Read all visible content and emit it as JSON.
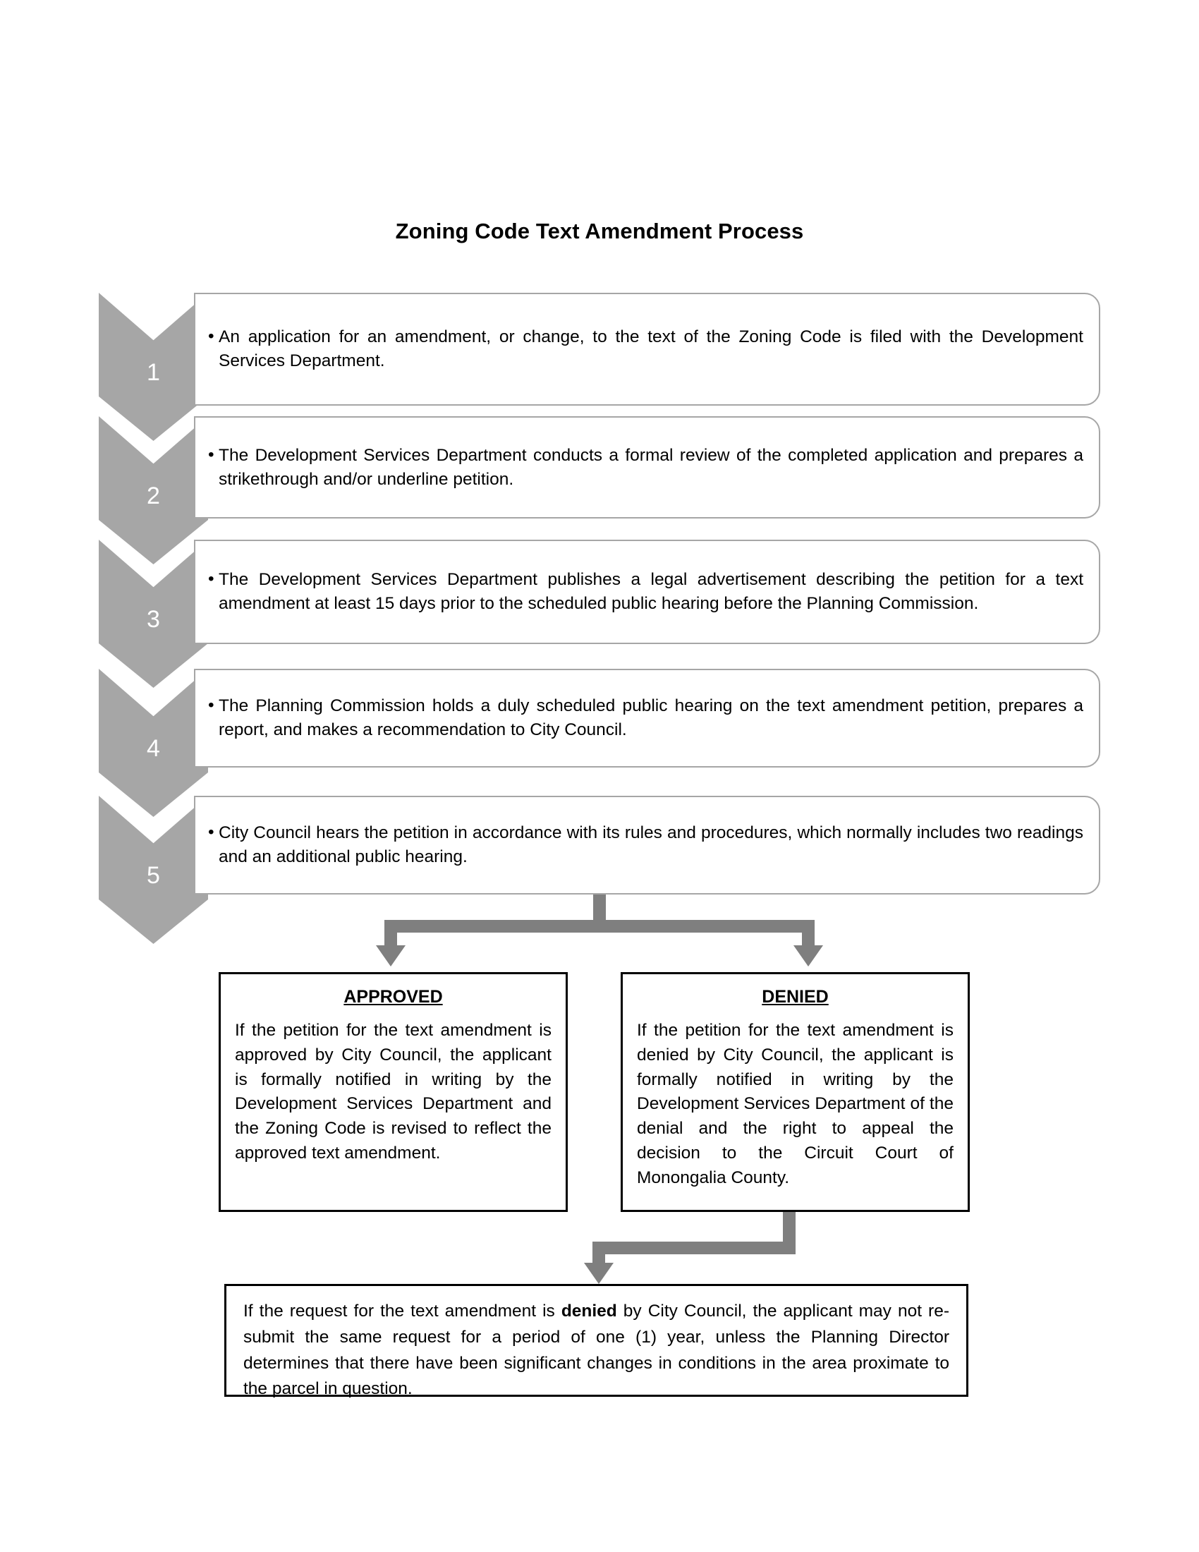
{
  "document": {
    "title": "Zoning Code Text Amendment Process"
  },
  "steps": [
    {
      "number": "1",
      "text": "An application for an amendment, or change, to the text of the Zoning Code is filed with the Development Services Department."
    },
    {
      "number": "2",
      "text": "The Development Services Department conducts a formal review of the completed application and prepares a strikethrough and/or underline petition."
    },
    {
      "number": "3",
      "text": "The Development Services Department publishes a legal advertisement describing the petition for a text amendment at least 15 days prior to the scheduled public hearing before the Planning Commission."
    },
    {
      "number": "4",
      "text": "The Planning Commission holds a duly scheduled public hearing on the text amendment petition, prepares a report, and makes a recommendation to City Council."
    },
    {
      "number": "5",
      "text": "City Council hears the petition in accordance with its rules and procedures, which normally includes two readings and an additional public hearing."
    }
  ],
  "outcomes": {
    "approved": {
      "heading": "APPROVED",
      "text": "If the petition for the text amendment is approved by City Council, the applicant is formally notified in writing by the Development Services Department and the Zoning Code is revised to reflect the approved text amendment."
    },
    "denied": {
      "heading": "DENIED",
      "text": "If the petition for the text amendment is denied by City Council, the applicant is formally notified in writing by the Development Services Department of the denial and the right to appeal the decision to the Circuit Court of Monongalia County."
    }
  },
  "note": {
    "text_before": "If the request for the text amendment is ",
    "emphasis": "denied",
    "text_after": " by City Council, the applicant may not re-submit the same request for a period of one (1) year, unless the Planning Director determines that there have been significant changes in conditions in the area proximate to the parcel in question."
  },
  "colors": {
    "chevron_fill": "#a6a6a6",
    "step_box_border": "#a6a6a6",
    "connector": "#7f7f7f",
    "box_border": "#000000",
    "text": "#000000",
    "background": "#ffffff"
  }
}
